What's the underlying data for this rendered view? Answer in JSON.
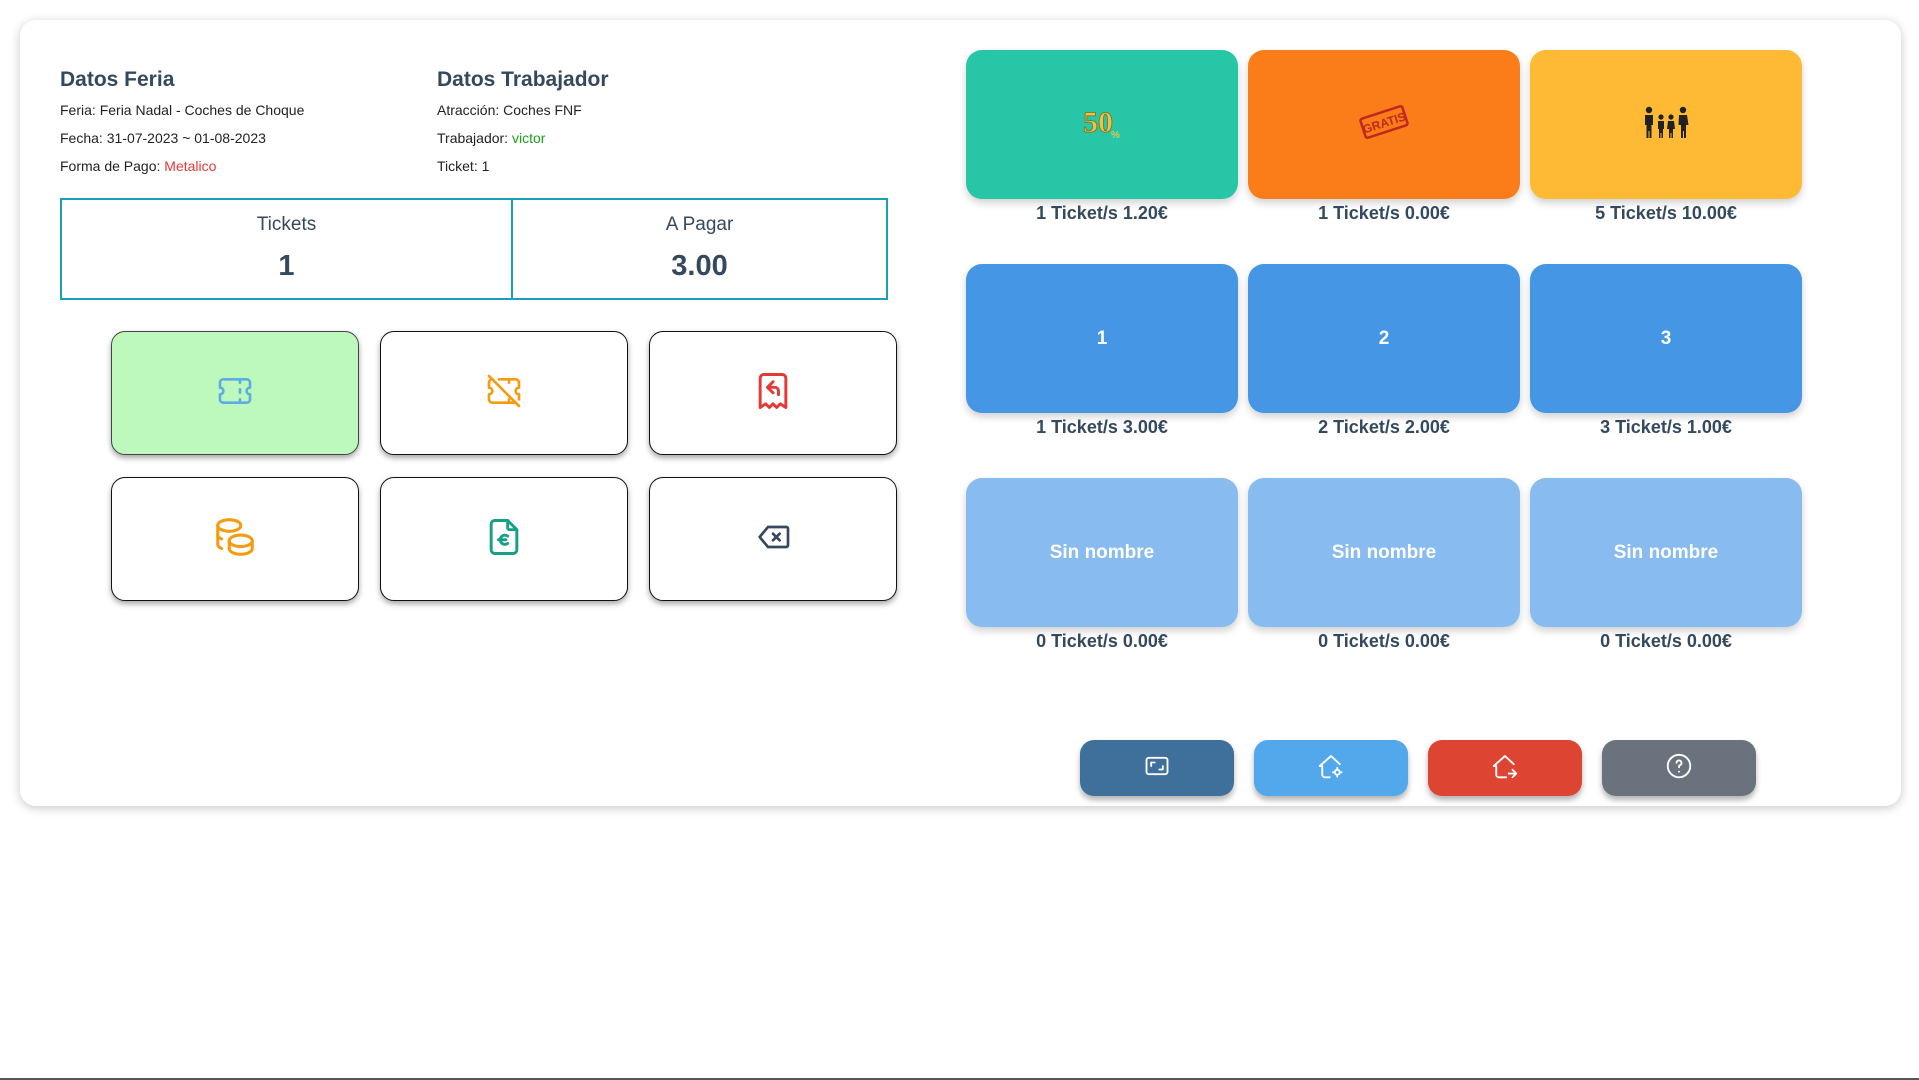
{
  "feria": {
    "title": "Datos Feria",
    "feria_label": "Feria:",
    "feria_value": "Feria Nadal - Coches de Choque",
    "fecha_label": "Fecha:",
    "fecha_value": "31-07-2023 ~ 01-08-2023",
    "pago_label": "Forma de Pago:",
    "pago_value": "Metalico"
  },
  "trabajador": {
    "title": "Datos Trabajador",
    "atraccion_label": "Atracción:",
    "atraccion_value": "Coches FNF",
    "trabajador_label": "Trabajador:",
    "trabajador_value": "victor",
    "ticket_label": "Ticket:",
    "ticket_value": "1"
  },
  "counters": {
    "tickets_label": "Tickets",
    "tickets_value": "1",
    "pagar_label": "A Pagar",
    "pagar_value": "3.00"
  },
  "actions": [
    {
      "icon": "ticket-icon",
      "color": "#5dade2",
      "selected": true
    },
    {
      "icon": "ticket-off-icon",
      "color": "#f39c12"
    },
    {
      "icon": "receipt-refund-icon",
      "color": "#e53935"
    },
    {
      "icon": "coins-icon",
      "color": "#f39c12"
    },
    {
      "icon": "file-euro-icon",
      "color": "#16a085"
    },
    {
      "icon": "backspace-icon",
      "color": "#34495e"
    }
  ],
  "tiles": [
    {
      "label": "",
      "icon": "fifty-percent-icon",
      "color": "#26c6a6",
      "caption": "1 Ticket/s 1.20€"
    },
    {
      "label": "",
      "icon": "gratis-stamp-icon",
      "color": "#fb7d1a",
      "caption": "1 Ticket/s 0.00€"
    },
    {
      "label": "",
      "icon": "family-icon",
      "color": "#ffba35",
      "caption": "5 Ticket/s 10.00€"
    },
    {
      "label": "1",
      "color": "#4597e6",
      "caption": "1 Ticket/s 3.00€"
    },
    {
      "label": "2",
      "color": "#4597e6",
      "caption": "2 Ticket/s 2.00€"
    },
    {
      "label": "3",
      "color": "#4597e6",
      "caption": "3 Ticket/s 1.00€"
    },
    {
      "label": "Sin nombre",
      "color": "#88bbef",
      "caption": "0 Ticket/s 0.00€"
    },
    {
      "label": "Sin nombre",
      "color": "#88bbef",
      "caption": "0 Ticket/s 0.00€"
    },
    {
      "label": "Sin nombre",
      "color": "#88bbef",
      "caption": "0 Ticket/s 0.00€"
    }
  ],
  "bottom_buttons": [
    {
      "icon": "aspect-ratio-icon",
      "color": "#3e709b"
    },
    {
      "icon": "home-settings-icon",
      "color": "#53a8ec"
    },
    {
      "icon": "home-exit-icon",
      "color": "#dd4432"
    },
    {
      "icon": "help-icon",
      "color": "#6a737d"
    }
  ]
}
